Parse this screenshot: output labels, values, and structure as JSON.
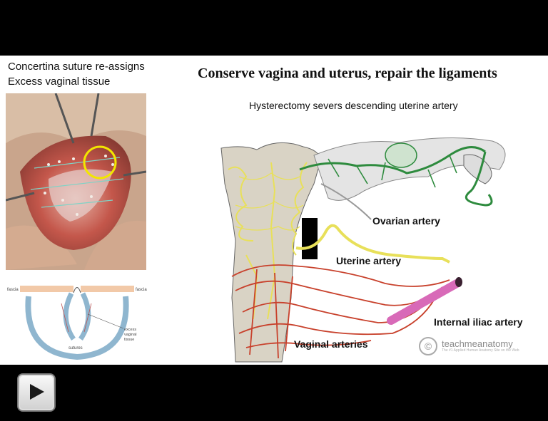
{
  "slide": {
    "left_caption_line1": "Concertina suture re-assigns",
    "left_caption_line2": "Excess vaginal tissue",
    "title": "Conserve vagina and uterus, repair the ligaments",
    "subtitle": "Hysterectomy severs descending uterine artery"
  },
  "schematic": {
    "fascia_left": "fascia",
    "fascia_right": "fascia",
    "bottom_label": "sutures",
    "side_label_line1": "excess",
    "side_label_line2": "vaginal",
    "side_label_line3": "tissue"
  },
  "anatomy": {
    "ovarian_label": "Ovarian artery",
    "uterine_label": "Uterine artery",
    "iliac_label": "Internal iliac artery",
    "vaginal_label": "Vaginal arteries"
  },
  "watermark": {
    "symbol": "©",
    "brand": "teachmeanatomy",
    "tagline": "The #1 Applied Human Anatomy Site on the Web"
  },
  "controls": {
    "play_icon": "play-icon"
  },
  "colors": {
    "ovarian": "#2e8b3e",
    "uterine": "#e8e05a",
    "vaginal": "#c8412c",
    "iliac": "#d86ab8",
    "highlight": "#f2e600"
  }
}
